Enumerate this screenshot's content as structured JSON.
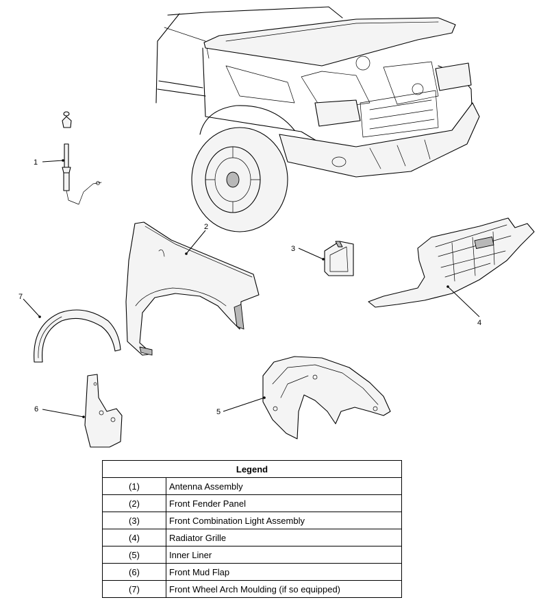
{
  "callouts": [
    "1",
    "2",
    "3",
    "4",
    "5",
    "6",
    "7"
  ],
  "legend": {
    "title": "Legend",
    "rows": [
      {
        "num": "(1)",
        "desc": "Antenna Assembly"
      },
      {
        "num": "(2)",
        "desc": "Front Fender Panel"
      },
      {
        "num": "(3)",
        "desc": "Front Combination Light Assembly"
      },
      {
        "num": "(4)",
        "desc": "Radiator Grille"
      },
      {
        "num": "(5)",
        "desc": "Inner Liner"
      },
      {
        "num": "(6)",
        "desc": "Front Mud Flap"
      },
      {
        "num": "(7)",
        "desc": "Front Wheel Arch Moulding (if so equipped)"
      }
    ]
  }
}
